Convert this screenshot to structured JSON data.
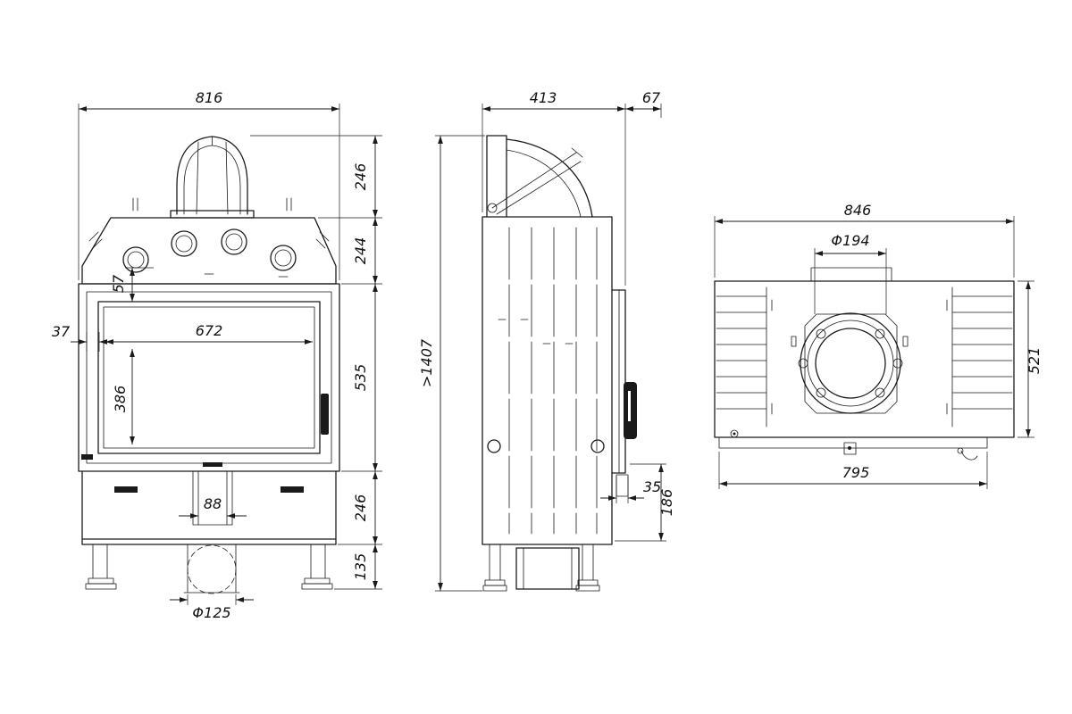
{
  "drawing": {
    "front": {
      "overall_width": "816",
      "cowl_height": "246",
      "upper_section_height": "244",
      "glass_top_offset": "57",
      "frame_side_offset": "37",
      "glass_width": "672",
      "glass_height": "386",
      "door_section_height": "535",
      "lower_section_height": "246",
      "leg_height": "135",
      "grate_width": "88",
      "outlet_diameter": "Φ125"
    },
    "side": {
      "depth": "413",
      "handle_offset": "67",
      "overall_height": ">1407",
      "latch_offset": "35",
      "latch_height": "186"
    },
    "top": {
      "overall_width": "846",
      "flue_diameter": "Φ194",
      "overall_depth": "521",
      "base_width": "795"
    }
  }
}
